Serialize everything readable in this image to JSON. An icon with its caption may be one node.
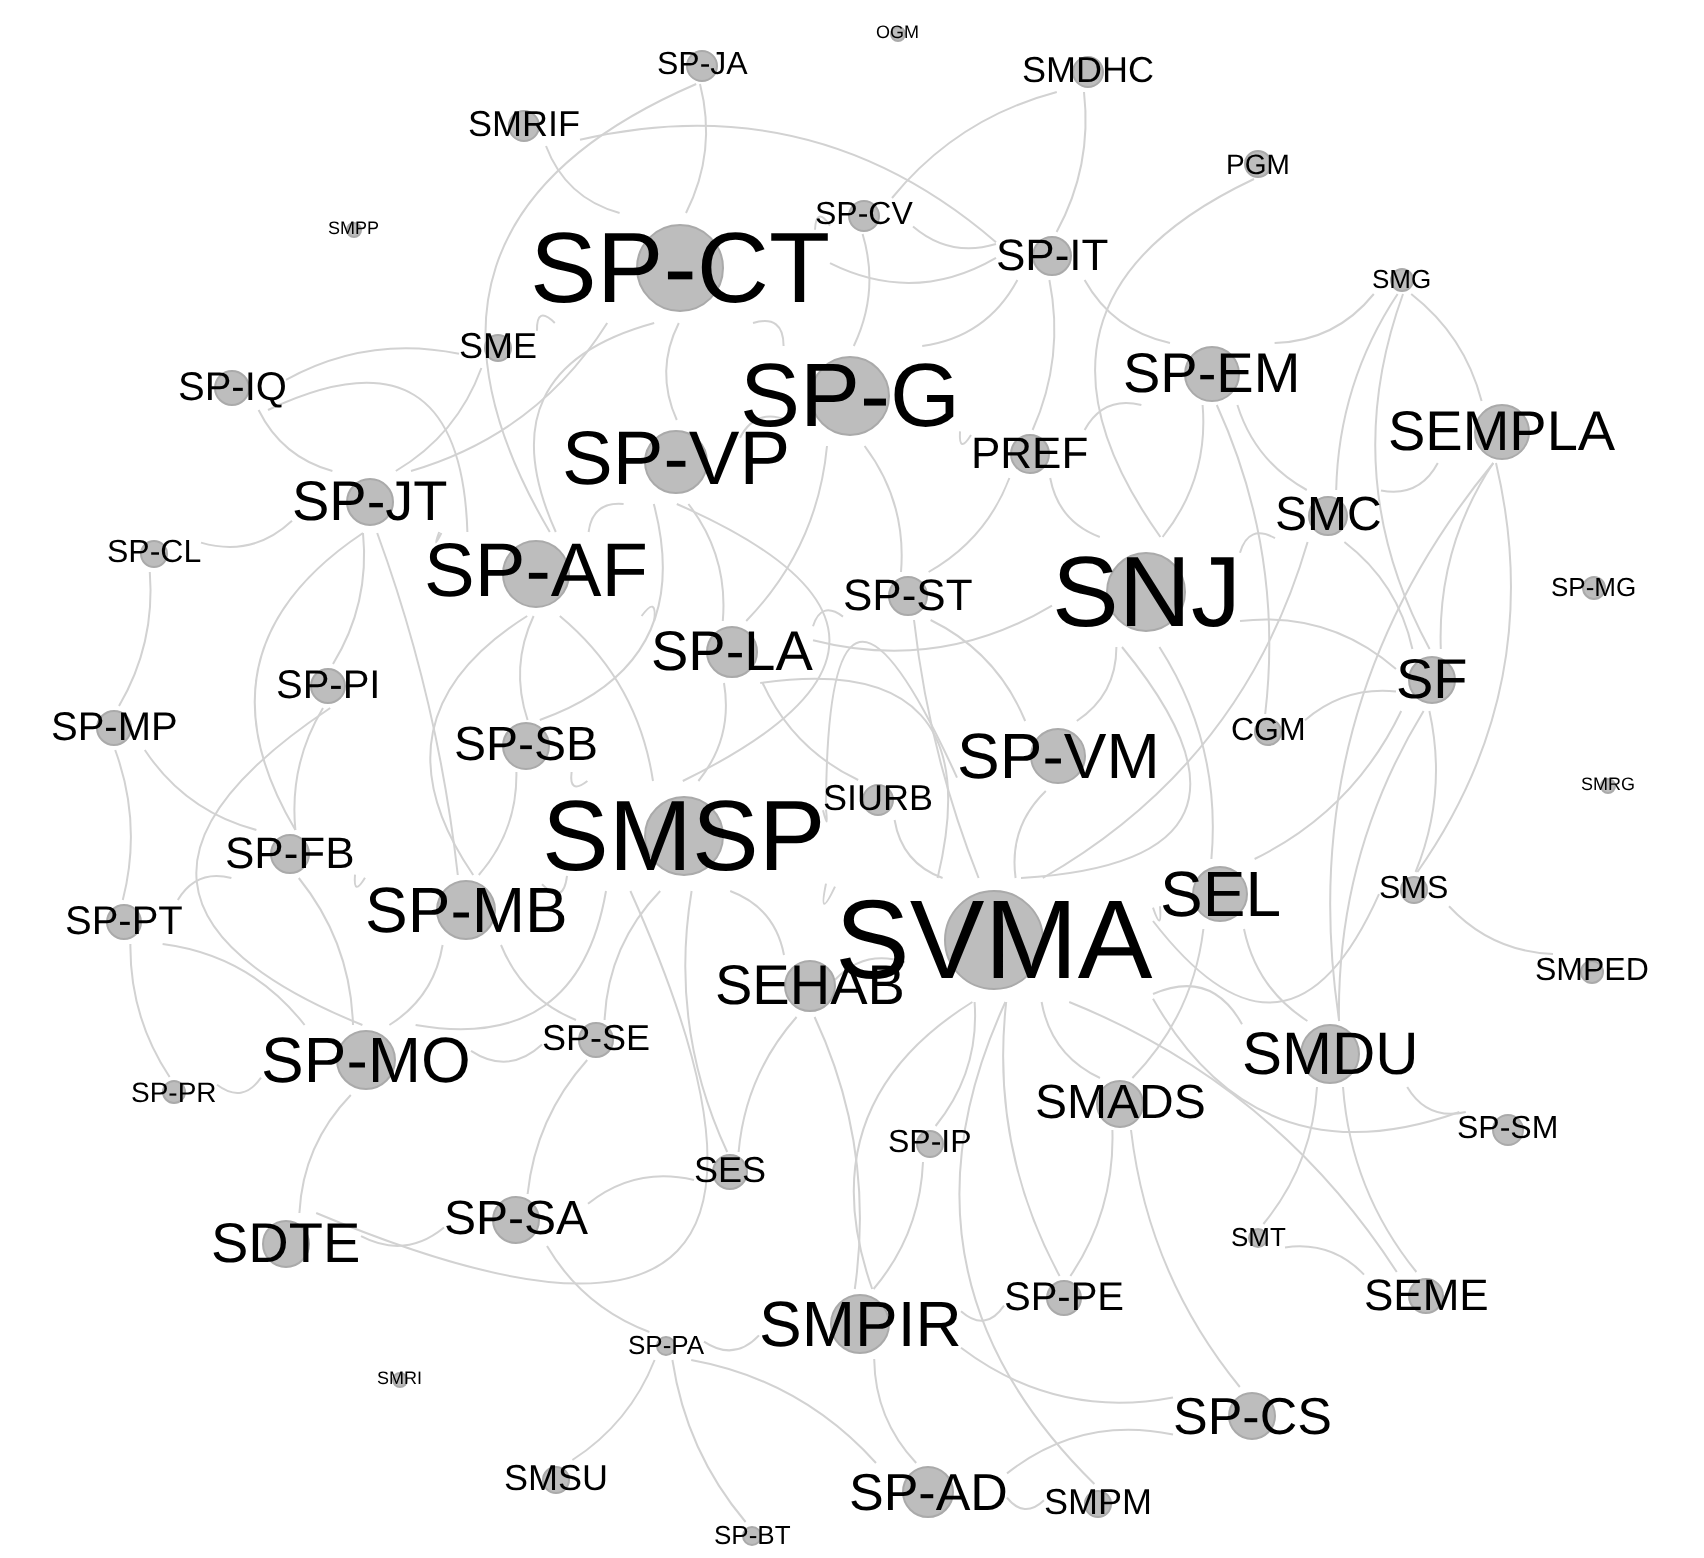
{
  "diagram": {
    "nodes": [
      {
        "text": [
          "OGM"
        ]
      },
      {
        "text": [
          "SP-JA"
        ]
      },
      {
        "text": [
          "SMDHC"
        ]
      },
      {
        "text": [
          "SMRIF"
        ]
      },
      {
        "text": [
          "PGM"
        ]
      },
      {
        "text": [
          "SP-CV"
        ]
      },
      {
        "text": [
          "SMPP"
        ]
      },
      {
        "text": [
          "SP-CT"
        ]
      },
      {
        "text": [
          "SP-IT"
        ]
      },
      {
        "text": [
          "SMG"
        ]
      },
      {
        "text": [
          "SME"
        ]
      },
      {
        "text": [
          "SP-IQ"
        ]
      },
      {
        "text": [
          "SP-EM"
        ]
      },
      {
        "text": [
          "SP-G"
        ]
      },
      {
        "text": [
          "SEMPLA"
        ]
      },
      {
        "text": [
          "SP-VP"
        ]
      },
      {
        "text": [
          "PREF"
        ]
      },
      {
        "text": [
          "SP-JT"
        ]
      },
      {
        "text": [
          "SMC"
        ]
      },
      {
        "text": [
          "SP-AF"
        ]
      },
      {
        "text": [
          "SP-CL"
        ]
      },
      {
        "text": [
          "SNJ"
        ]
      },
      {
        "text": [
          "SP-ST"
        ]
      },
      {
        "text": [
          "SP-MG"
        ]
      },
      {
        "text": [
          "SP-LA"
        ]
      },
      {
        "text": [
          "SP-PI"
        ]
      },
      {
        "text": [
          "SF"
        ]
      },
      {
        "text": [
          "SP-MP"
        ]
      },
      {
        "text": [
          "SP-SB"
        ]
      },
      {
        "text": [
          "CGM"
        ]
      },
      {
        "text": [
          "SP-VM"
        ]
      },
      {
        "text": [
          "SIURB"
        ]
      },
      {
        "text": [
          "SMRG"
        ]
      },
      {
        "text": [
          "SP-FB"
        ]
      },
      {
        "text": [
          "SMSP"
        ]
      },
      {
        "text": [
          "SP-MB"
        ]
      },
      {
        "text": [
          "SP-PT"
        ]
      },
      {
        "text": [
          "SEL"
        ]
      },
      {
        "text": [
          "SMS"
        ]
      },
      {
        "text": [
          "SVMA"
        ]
      },
      {
        "text": [
          "SEHAB"
        ]
      },
      {
        "text": [
          "SMPED"
        ]
      },
      {
        "text": [
          "SP-SE"
        ]
      },
      {
        "text": [
          "SP-MO"
        ]
      },
      {
        "text": [
          "SMDU"
        ]
      },
      {
        "text": [
          "SP-PR"
        ]
      },
      {
        "text": [
          "SMADS"
        ]
      },
      {
        "text": [
          "SP-SM"
        ]
      },
      {
        "text": [
          "SP-IP"
        ]
      },
      {
        "text": [
          "SES"
        ]
      },
      {
        "text": [
          "SP-SA"
        ]
      },
      {
        "text": [
          "SDTE"
        ]
      },
      {
        "text": [
          "SMT"
        ]
      },
      {
        "text": [
          "SP-PE"
        ]
      },
      {
        "text": [
          "SEME"
        ]
      },
      {
        "text": [
          "SMPIR"
        ]
      },
      {
        "text": [
          "SP-PA"
        ]
      },
      {
        "text": [
          "SMRI"
        ]
      },
      {
        "text": [
          "SP-CS"
        ]
      },
      {
        "text": [
          "SMSU"
        ]
      },
      {
        "text": [
          "SP-AD"
        ]
      },
      {
        "text": [
          "SMPM"
        ]
      },
      {
        "text": [
          "SP-BT"
        ]
      }
    ],
    "edges": [
      {
        "from": 1,
        "to": 7,
        "arrow": "none"
      },
      {
        "from": 1,
        "to": 19,
        "arrow": "none"
      },
      {
        "from": 3,
        "to": 8,
        "arrow": "none"
      },
      {
        "from": 3,
        "to": 7,
        "arrow": "none"
      },
      {
        "from": 2,
        "to": 8,
        "arrow": "none"
      },
      {
        "from": 2,
        "to": 5,
        "arrow": "none"
      },
      {
        "from": 4,
        "to": 21,
        "arrow": "none"
      },
      {
        "from": 5,
        "to": 7,
        "arrow": "none"
      },
      {
        "from": 5,
        "to": 13,
        "arrow": "none"
      },
      {
        "from": 5,
        "to": 8,
        "arrow": "none"
      },
      {
        "from": 7,
        "to": 13,
        "arrow": "none"
      },
      {
        "from": 7,
        "to": 15,
        "arrow": "none"
      },
      {
        "from": 7,
        "to": 19,
        "arrow": "none"
      },
      {
        "from": 7,
        "to": 10,
        "arrow": "none"
      },
      {
        "from": 7,
        "to": 17,
        "arrow": "none"
      },
      {
        "from": 7,
        "to": 8,
        "arrow": "none"
      },
      {
        "from": 8,
        "to": 13,
        "arrow": "none"
      },
      {
        "from": 8,
        "to": 12,
        "arrow": "none"
      },
      {
        "from": 8,
        "to": 16,
        "arrow": "none"
      },
      {
        "from": 9,
        "to": 18,
        "arrow": "none"
      },
      {
        "from": 9,
        "to": 14,
        "arrow": "none"
      },
      {
        "from": 9,
        "to": 26,
        "arrow": "none"
      },
      {
        "from": 9,
        "to": 12,
        "arrow": "none"
      },
      {
        "from": 10,
        "to": 11,
        "arrow": "none"
      },
      {
        "from": 10,
        "to": 17,
        "arrow": "none"
      },
      {
        "from": 11,
        "to": 17,
        "arrow": "none"
      },
      {
        "from": 11,
        "to": 19,
        "arrow": "none"
      },
      {
        "from": 12,
        "to": 16,
        "arrow": "none"
      },
      {
        "from": 12,
        "to": 21,
        "arrow": "none"
      },
      {
        "from": 12,
        "to": 18,
        "arrow": "none"
      },
      {
        "from": 12,
        "to": 29,
        "arrow": "none"
      },
      {
        "from": 13,
        "to": 15,
        "arrow": "none"
      },
      {
        "from": 13,
        "to": 24,
        "arrow": "none"
      },
      {
        "from": 13,
        "to": 16,
        "arrow": "none"
      },
      {
        "from": 13,
        "to": 22,
        "arrow": "none"
      },
      {
        "from": 14,
        "to": 26,
        "arrow": "none"
      },
      {
        "from": 14,
        "to": 18,
        "arrow": "none"
      },
      {
        "from": 14,
        "to": 44,
        "arrow": "none"
      },
      {
        "from": 14,
        "to": 38,
        "arrow": "none"
      },
      {
        "from": 15,
        "to": 19,
        "arrow": "none"
      },
      {
        "from": 15,
        "to": 24,
        "arrow": "none"
      },
      {
        "from": 15,
        "to": 34,
        "arrow": "none"
      },
      {
        "from": 15,
        "to": 28,
        "arrow": "none"
      },
      {
        "from": 16,
        "to": 21,
        "arrow": "none"
      },
      {
        "from": 16,
        "to": 22,
        "arrow": "none"
      },
      {
        "from": 17,
        "to": 19,
        "arrow": "none"
      },
      {
        "from": 17,
        "to": 25,
        "arrow": "none"
      },
      {
        "from": 17,
        "to": 33,
        "arrow": "none"
      },
      {
        "from": 17,
        "to": 35,
        "arrow": "none"
      },
      {
        "from": 18,
        "to": 21,
        "arrow": "none"
      },
      {
        "from": 18,
        "to": 26,
        "arrow": "none"
      },
      {
        "from": 18,
        "to": 39,
        "arrow": "none"
      },
      {
        "from": 19,
        "to": 24,
        "arrow": "none"
      },
      {
        "from": 19,
        "to": 28,
        "arrow": "none"
      },
      {
        "from": 19,
        "to": 34,
        "arrow": "none"
      },
      {
        "from": 19,
        "to": 35,
        "arrow": "none"
      },
      {
        "from": 20,
        "to": 27,
        "arrow": "none"
      },
      {
        "from": 20,
        "to": 17,
        "arrow": "none"
      },
      {
        "from": 21,
        "to": 30,
        "arrow": "none"
      },
      {
        "from": 21,
        "to": 39,
        "arrow": "none"
      },
      {
        "from": 21,
        "to": 26,
        "arrow": "none"
      },
      {
        "from": 21,
        "to": 37,
        "arrow": "none"
      },
      {
        "from": 21,
        "to": 24,
        "arrow": "none"
      },
      {
        "from": 22,
        "to": 24,
        "arrow": "none"
      },
      {
        "from": 22,
        "to": 30,
        "arrow": "none"
      },
      {
        "from": 22,
        "to": 39,
        "arrow": "none"
      },
      {
        "from": 24,
        "to": 34,
        "arrow": "none"
      },
      {
        "from": 24,
        "to": 31,
        "arrow": "none"
      },
      {
        "from": 24,
        "to": 39,
        "arrow": "none"
      },
      {
        "from": 25,
        "to": 33,
        "arrow": "none"
      },
      {
        "from": 25,
        "to": 43,
        "arrow": "none"
      },
      {
        "from": 26,
        "to": 29,
        "arrow": "none"
      },
      {
        "from": 26,
        "to": 37,
        "arrow": "none"
      },
      {
        "from": 26,
        "to": 44,
        "arrow": "none"
      },
      {
        "from": 26,
        "to": 38,
        "arrow": "none"
      },
      {
        "from": 27,
        "to": 33,
        "arrow": "none"
      },
      {
        "from": 27,
        "to": 36,
        "arrow": "none"
      },
      {
        "from": 28,
        "to": 34,
        "arrow": "none"
      },
      {
        "from": 28,
        "to": 35,
        "arrow": "none"
      },
      {
        "from": 30,
        "to": 39,
        "arrow": "none"
      },
      {
        "from": 30,
        "to": 34,
        "arrow": "none"
      },
      {
        "from": 31,
        "to": 39,
        "arrow": "none"
      },
      {
        "from": 31,
        "to": 34,
        "arrow": "none"
      },
      {
        "from": 33,
        "to": 35,
        "arrow": "none"
      },
      {
        "from": 33,
        "to": 43,
        "arrow": "none"
      },
      {
        "from": 33,
        "to": 36,
        "arrow": "none"
      },
      {
        "from": 34,
        "to": 35,
        "arrow": "none"
      },
      {
        "from": 34,
        "to": 39,
        "arrow": "none"
      },
      {
        "from": 34,
        "to": 40,
        "arrow": "none"
      },
      {
        "from": 34,
        "to": 42,
        "arrow": "none"
      },
      {
        "from": 34,
        "to": 43,
        "arrow": "none"
      },
      {
        "from": 34,
        "to": 49,
        "arrow": "none"
      },
      {
        "from": 35,
        "to": 43,
        "arrow": "none"
      },
      {
        "from": 35,
        "to": 42,
        "arrow": "none"
      },
      {
        "from": 36,
        "to": 43,
        "arrow": "none"
      },
      {
        "from": 36,
        "to": 45,
        "arrow": "none"
      },
      {
        "from": 37,
        "to": 39,
        "arrow": "none"
      },
      {
        "from": 37,
        "to": 44,
        "arrow": "none"
      },
      {
        "from": 37,
        "to": 46,
        "arrow": "none"
      },
      {
        "from": 38,
        "to": 41,
        "arrow": "none"
      },
      {
        "from": 38,
        "to": 39,
        "arrow": "none"
      },
      {
        "from": 39,
        "to": 40,
        "arrow": "none"
      },
      {
        "from": 39,
        "to": 44,
        "arrow": "none"
      },
      {
        "from": 39,
        "to": 46,
        "arrow": "none"
      },
      {
        "from": 39,
        "to": 48,
        "arrow": "none"
      },
      {
        "from": 39,
        "to": 55,
        "arrow": "none"
      },
      {
        "from": 39,
        "to": 53,
        "arrow": "none"
      },
      {
        "from": 40,
        "to": 49,
        "arrow": "none"
      },
      {
        "from": 40,
        "to": 55,
        "arrow": "none"
      },
      {
        "from": 42,
        "to": 50,
        "arrow": "none"
      },
      {
        "from": 42,
        "to": 43,
        "arrow": "none"
      },
      {
        "from": 43,
        "to": 51,
        "arrow": "none"
      },
      {
        "from": 43,
        "to": 45,
        "arrow": "none"
      },
      {
        "from": 44,
        "to": 47,
        "arrow": "none"
      },
      {
        "from": 44,
        "to": 52,
        "arrow": "none"
      },
      {
        "from": 44,
        "to": 54,
        "arrow": "none"
      },
      {
        "from": 46,
        "to": 53,
        "arrow": "none"
      },
      {
        "from": 46,
        "to": 58,
        "arrow": "none"
      },
      {
        "from": 48,
        "to": 55,
        "arrow": "none"
      },
      {
        "from": 49,
        "to": 50,
        "arrow": "none"
      },
      {
        "from": 50,
        "to": 51,
        "arrow": "none"
      },
      {
        "from": 50,
        "to": 56,
        "arrow": "none"
      },
      {
        "from": 52,
        "to": 54,
        "arrow": "none"
      },
      {
        "from": 55,
        "to": 60,
        "arrow": "none"
      },
      {
        "from": 55,
        "to": 56,
        "arrow": "none"
      },
      {
        "from": 55,
        "to": 58,
        "arrow": "none"
      },
      {
        "from": 56,
        "to": 59,
        "arrow": "none"
      },
      {
        "from": 56,
        "to": 62,
        "arrow": "none"
      },
      {
        "from": 56,
        "to": 60,
        "arrow": "none"
      },
      {
        "from": 60,
        "to": 61,
        "arrow": "none"
      },
      {
        "from": 53,
        "to": 55,
        "arrow": "none"
      },
      {
        "from": 58,
        "to": 60,
        "arrow": "none"
      },
      {
        "from": 61,
        "to": 39,
        "arrow": "none"
      },
      {
        "from": 47,
        "to": 39,
        "arrow": "none"
      },
      {
        "from": 54,
        "to": 39,
        "arrow": "none"
      },
      {
        "from": 51,
        "to": 34,
        "arrow": "none"
      }
    ]
  }
}
